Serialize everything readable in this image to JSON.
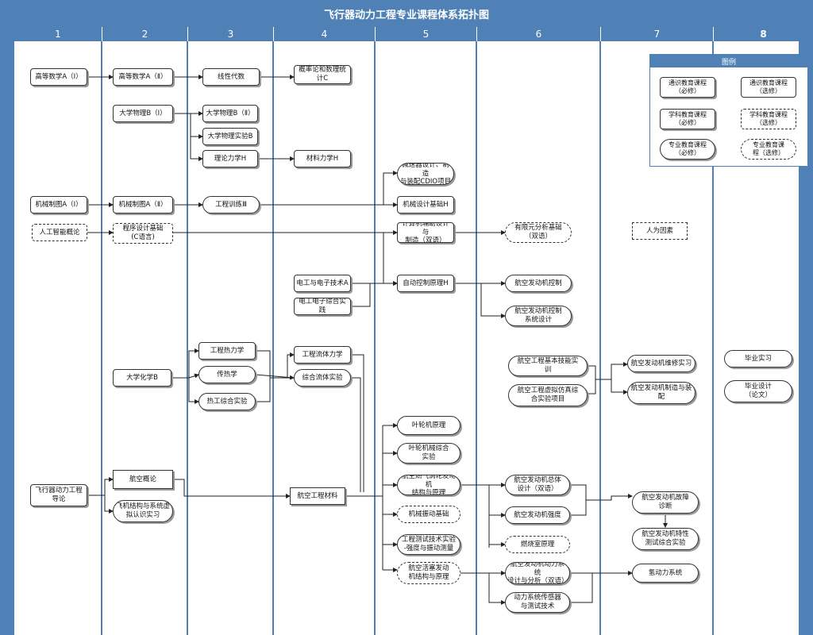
{
  "title": "飞行器动力工程专业课程体系拓扑图",
  "columns": [
    "1",
    "2",
    "3",
    "4",
    "5",
    "6",
    "7",
    "8"
  ],
  "legend": {
    "title": "图例",
    "items": [
      "通识教育课程\n（必修）",
      "通识教育课程\n（选修）",
      "学科教育课程\n（必修）",
      "学科教育课程\n（选修）",
      "专业教育课程\n（必修）",
      "专业教育课\n程（选修）"
    ]
  },
  "courses": {
    "c1_math1": "高等数学A（Ⅰ）",
    "c2_math2": "高等数学A（Ⅱ）",
    "c3_linear": "线性代数",
    "c4_prob": "概率论和数理统计C",
    "c2_phys1": "大学物理B（Ⅰ）",
    "c3_phys2": "大学物理B（Ⅱ）",
    "c3_physlab": "大学物理实验B",
    "c3_mech": "理论力学H",
    "c4_matmech": "材料力学H",
    "c5_reducer": "減速器设计、制造\n与装配CDIO项目",
    "c1_draw1": "机械制图A（Ⅰ）",
    "c2_draw2": "机械制图A（Ⅱ）",
    "c3_train": "工程训练Ⅲ",
    "c5_mechdesign": "机械设计基础H",
    "c1_ai": "人工智能概论",
    "c2_prog": "程序设计基础\n(C语言)",
    "c5_cad": "计算机辅助设计与\n制造（双语）",
    "c6_fea": "有限元分析基础\n（双语）",
    "c7_human": "人为因素",
    "c4_elec": "电工与电子技术A",
    "c4_eleclab": "电工电子综合实践",
    "c5_autoctrl": "自动控制原理H",
    "c6_enginectrl": "航空发动机控制",
    "c6_ctrlsys": "航空发动机控制\n系统设计",
    "c3_thermo": "工程热力学",
    "c3_heat": "传热学",
    "c3_thermolab": "热工综合实验",
    "c2_chem": "大学化学B",
    "c4_fluid": "工程流体力学",
    "c4_fluidlab": "综合流体实验",
    "c6_basic": "航空工程基本技能实\n训",
    "c6_virtual": "航空工程虚拟仿真综\n合实验项目",
    "c7_maint": "航空发动机维修实习",
    "c7_manuf": "航空发动机制造与装\n配",
    "c8_intern": "毕业实习",
    "c8_thesis": "毕业设计\n（论文）",
    "c5_turbo": "叶轮机原理",
    "c5_turbolab": "叶轮机械综合\n实验",
    "c1_intro": "飞行器动力工程\n导论",
    "c2_aero": "航空概论",
    "c2_struct": "飞机结构与系统虚\n拟认识实习",
    "c4_material": "航空工程材料",
    "c5_turbofan": "航空燃气涡轮发动机\n结构与原理",
    "c5_vib": "机械振动基础",
    "c5_test": "工程测试技术实验\n-强度与振动测量",
    "c5_piston": "航空活塞发动\n机结构与原理",
    "c6_overall": "航空发动机总体\n设计（双语）",
    "c6_strength": "航空发动机强度",
    "c6_combust": "燃烧室原理",
    "c6_power": "航空发动机动力系统\n设计与分析（双语）",
    "c6_sensor": "动力系统传感器\n与测试技术",
    "c7_fault": "航空发动机故障\n诊断",
    "c7_perf": "航空发动机特性\n测试综合实验",
    "c7_hydrogen": "氢动力系统"
  },
  "colors": {
    "header": "#4f80b6",
    "border": "#333333",
    "edge": "#222222"
  }
}
